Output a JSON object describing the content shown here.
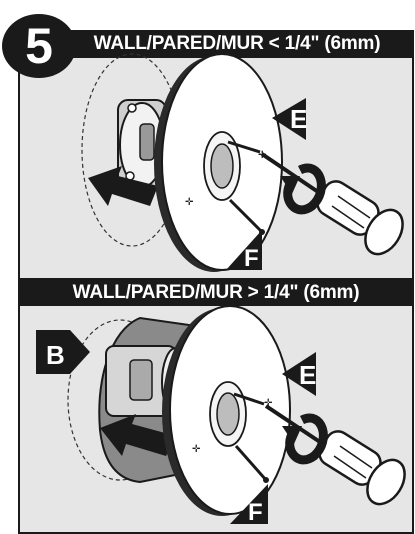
{
  "step": {
    "number": "5"
  },
  "panel_top": {
    "header": "WALL/PARED/MUR < 1/4\" (6mm)",
    "callout_e": "E",
    "callout_f": "F"
  },
  "panel_bottom": {
    "header": "WALL/PARED/MUR > 1/4\" (6mm)",
    "callout_b": "B",
    "callout_e": "E",
    "callout_f": "F"
  },
  "colors": {
    "ink": "#1a1a1a",
    "panel": "#e6e6e6",
    "paper": "#ffffff"
  }
}
